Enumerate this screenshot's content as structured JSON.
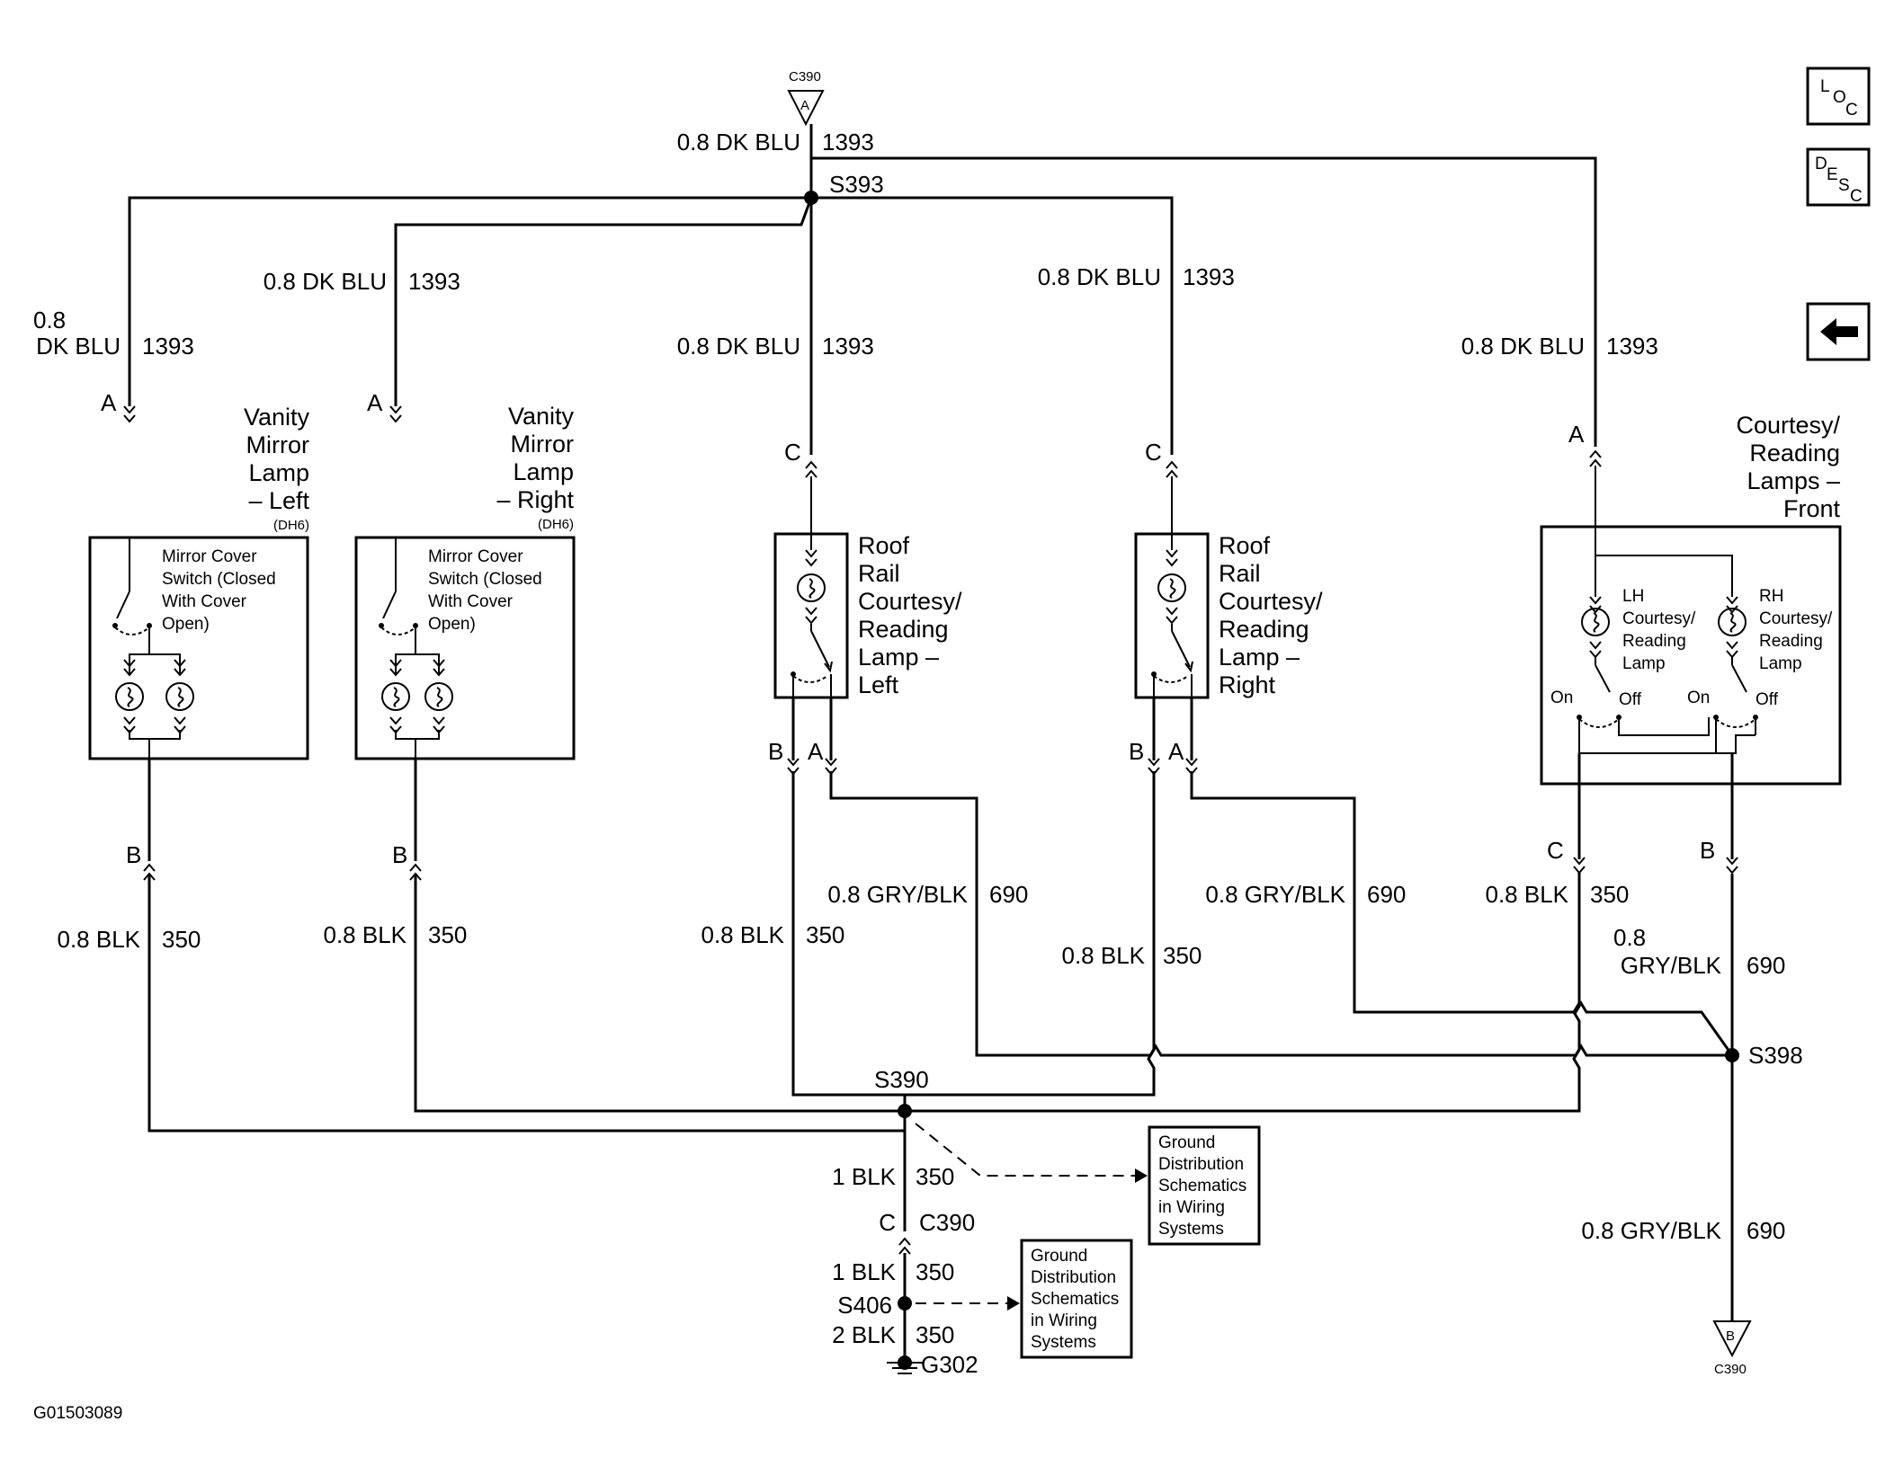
{
  "diagram_id": "G01503089",
  "nav": {
    "loc": [
      "L",
      "O",
      "C"
    ],
    "desc": [
      "D",
      "E",
      "S",
      "C"
    ],
    "back": "←"
  },
  "connector_top": {
    "name": "C390",
    "pin": "A"
  },
  "connector_bottom": {
    "name": "C390",
    "pin": "B"
  },
  "splices": {
    "s393": "S393",
    "s390": "S390",
    "s398": "S398",
    "s406": "S406"
  },
  "ground": "G302",
  "wires": {
    "feed_top": {
      "gauge_color": "0.8 DK BLU",
      "circuit": "1393"
    },
    "feed_vanity_left": {
      "gauge": "0.8",
      "color": "DK BLU",
      "circuit": "1393"
    },
    "feed_vanity_right": {
      "gauge_color": "0.8 DK BLU",
      "circuit": "1393"
    },
    "feed_roof_left": {
      "gauge_color": "0.8 DK BLU",
      "circuit": "1393"
    },
    "feed_roof_right": {
      "gauge_color": "0.8 DK BLU",
      "circuit": "1393"
    },
    "feed_courtesy": {
      "gauge_color": "0.8 DK BLU",
      "circuit": "1393"
    },
    "gnd_vanity_left": {
      "gauge_color": "0.8 BLK",
      "circuit": "350"
    },
    "gnd_vanity_right": {
      "gauge_color": "0.8 BLK",
      "circuit": "350"
    },
    "gnd_roof_left": {
      "gauge_color": "0.8 BLK",
      "circuit": "350"
    },
    "gnd_roof_right": {
      "gauge_color": "0.8 BLK",
      "circuit": "350"
    },
    "gnd_courtesy": {
      "gauge_color": "0.8 BLK",
      "circuit": "350"
    },
    "sw_roof_left": {
      "gauge_color": "0.8 GRY/BLK",
      "circuit": "690"
    },
    "sw_roof_right": {
      "gauge_color": "0.8 GRY/BLK",
      "circuit": "690"
    },
    "sw_courtesy": {
      "gauge": "0.8",
      "color": "GRY/BLK",
      "circuit": "690"
    },
    "sw_out": {
      "gauge_color": "0.8 GRY/BLK",
      "circuit": "690"
    },
    "gnd_main": {
      "gauge_color": "1 BLK",
      "circuit": "350"
    },
    "gnd_c390": {
      "pin": "C",
      "name": "C390"
    },
    "gnd_s406_in": {
      "gauge_color": "1 BLK",
      "circuit": "350"
    },
    "gnd_g302": {
      "gauge_color": "2 BLK",
      "circuit": "350"
    }
  },
  "components": {
    "vanity_left": {
      "title": [
        "Vanity",
        "Mirror",
        "Lamp",
        "– Left"
      ],
      "option": "(DH6)",
      "pin_in": "A",
      "pin_out": "B",
      "switch_label": [
        "Mirror Cover",
        "Switch (Closed",
        "With Cover",
        "Open)"
      ]
    },
    "vanity_right": {
      "title": [
        "Vanity",
        "Mirror",
        "Lamp",
        "– Right"
      ],
      "option": "(DH6)",
      "pin_in": "A",
      "pin_out": "B",
      "switch_label": [
        "Mirror Cover",
        "Switch (Closed",
        "With Cover",
        "Open)"
      ]
    },
    "roof_left": {
      "title": [
        "Roof",
        "Rail",
        "Courtesy/",
        "Reading",
        "Lamp –",
        "Left"
      ],
      "pin_in": "C",
      "pin_b": "B",
      "pin_a": "A"
    },
    "roof_right": {
      "title": [
        "Roof",
        "Rail",
        "Courtesy/",
        "Reading",
        "Lamp –",
        "Right"
      ],
      "pin_in": "C",
      "pin_b": "B",
      "pin_a": "A"
    },
    "courtesy_front": {
      "title": [
        "Courtesy/",
        "Reading",
        "Lamps –",
        "Front"
      ],
      "pin_in": "A",
      "pin_c": "C",
      "pin_b": "B",
      "lh_label": [
        "LH",
        "Courtesy/",
        "Reading",
        "Lamp"
      ],
      "rh_label": [
        "RH",
        "Courtesy/",
        "Reading",
        "Lamp"
      ],
      "on": "On",
      "off": "Off"
    }
  },
  "notes": {
    "ground_1": [
      "Ground",
      "Distribution",
      "Schematics",
      "in Wiring",
      "Systems"
    ],
    "ground_2": [
      "Ground",
      "Distribution",
      "Schematics",
      "in Wiring",
      "Systems"
    ]
  }
}
